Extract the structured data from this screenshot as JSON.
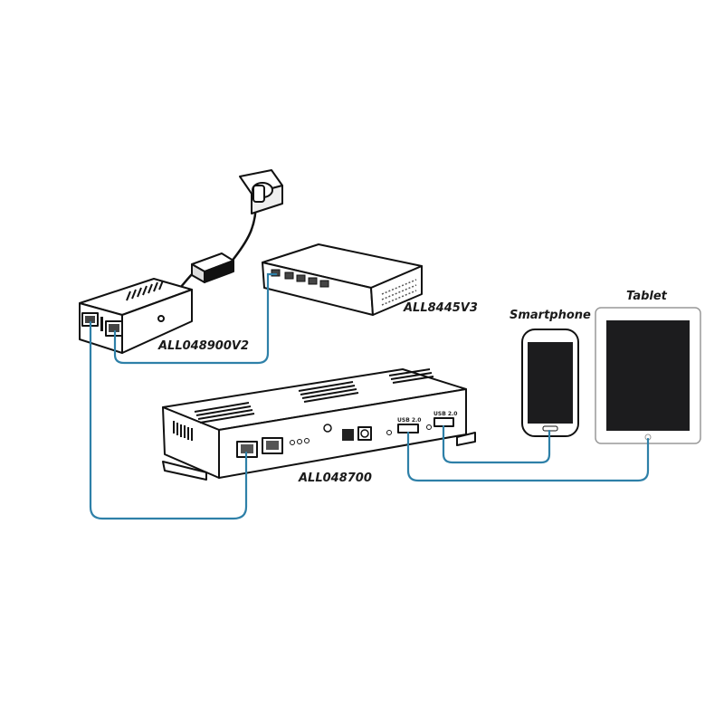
{
  "devices": {
    "poe_injector": {
      "label": "ALL048900V2"
    },
    "switch": {
      "label": "ALL8445V3"
    },
    "main_unit": {
      "label": "ALL048700",
      "usb_ports": [
        "USB 2.0",
        "USB 2.0"
      ]
    },
    "smartphone": {
      "label": "Smartphone"
    },
    "tablet": {
      "label": "Tablet"
    }
  },
  "colors": {
    "cable": "#2e80a8",
    "outline": "#111111",
    "screen": "#1c1c1e"
  }
}
